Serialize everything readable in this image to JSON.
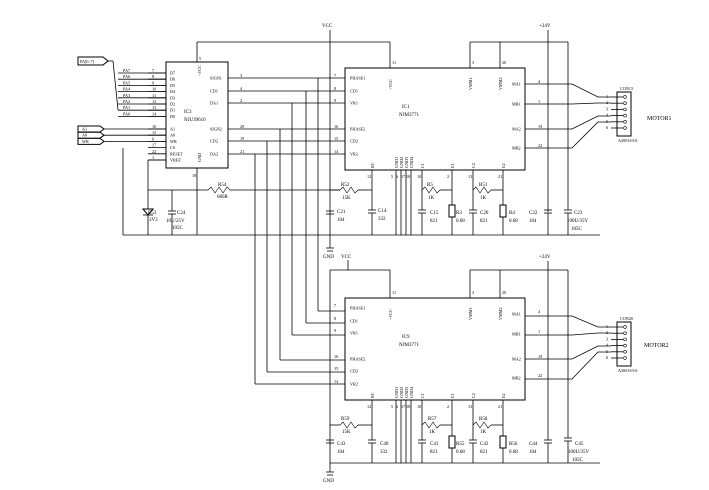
{
  "rails": {
    "vcc": "VCC",
    "v24": "+24V",
    "gnd": "GND"
  },
  "bus": {
    "pa_label": "PA[0..7]",
    "pa_lines": [
      "PA7",
      "PA6",
      "PA5",
      "PA4",
      "PA3",
      "PA2",
      "PA1",
      "PA0"
    ],
    "ctrl_lines": [
      "A1",
      "A0",
      "WR"
    ]
  },
  "ic3": {
    "ref": "IC3",
    "part": "NJU39610",
    "left_pins": [
      {
        "name": "D7",
        "num": "7"
      },
      {
        "name": "D6",
        "num": "8"
      },
      {
        "name": "D5",
        "num": "9"
      },
      {
        "name": "D4",
        "num": "10"
      },
      {
        "name": "D3",
        "num": "11"
      },
      {
        "name": "D2",
        "num": "12"
      },
      {
        "name": "D1",
        "num": "13"
      },
      {
        "name": "D0",
        "num": "14"
      },
      {
        "name": "A1",
        "num": "16"
      },
      {
        "name": "A0",
        "num": "15"
      },
      {
        "name": "WR",
        "num": "6"
      },
      {
        "name": "CS",
        "num": "17"
      },
      {
        "name": "RESET",
        "num": "22"
      },
      {
        "name": "VREF",
        "num": "1"
      }
    ],
    "right_pins": [
      {
        "name": "SIGN1",
        "num": "3"
      },
      {
        "name": "CD1",
        "num": "4"
      },
      {
        "name": "DA1",
        "num": "2"
      },
      {
        "name": "SIGN2",
        "num": "20"
      },
      {
        "name": "CD2",
        "num": "19"
      },
      {
        "name": "DA2",
        "num": "21"
      }
    ],
    "top_pin": {
      "name": "+VCC",
      "num": "5"
    },
    "bottom_pin": {
      "name": "GND",
      "num": "18"
    }
  },
  "driver_pins_left": [
    {
      "name": "PHASE1",
      "num": "7"
    },
    {
      "name": "CD1",
      "num": "8"
    },
    {
      "name": "VR1",
      "num": "9"
    },
    {
      "name": "PHASE2",
      "num": "16"
    },
    {
      "name": "CD2",
      "num": "15"
    },
    {
      "name": "VR2",
      "num": "14"
    }
  ],
  "driver_pins_right": [
    {
      "name": "MA1",
      "num": "4"
    },
    {
      "name": "MB1",
      "num": "1"
    },
    {
      "name": "MA2",
      "num": "19"
    },
    {
      "name": "MB2",
      "num": "22"
    }
  ],
  "driver_pins_top": [
    {
      "name": "+VCC",
      "num": "11"
    },
    {
      "name": "VMM1",
      "num": "3"
    },
    {
      "name": "VMM2",
      "num": "20"
    }
  ],
  "driver_pins_bottom": [
    {
      "name": "RC",
      "num": "12"
    },
    {
      "name": "GND1",
      "num": "5"
    },
    {
      "name": "GND2",
      "num": "6"
    },
    {
      "name": "GND3",
      "num": "17"
    },
    {
      "name": "GND4",
      "num": "18"
    },
    {
      "name": "C1",
      "num": "10"
    },
    {
      "name": "E1",
      "num": "2"
    },
    {
      "name": "C2",
      "num": "13"
    },
    {
      "name": "E2",
      "num": "21"
    }
  ],
  "ic1": {
    "ref": "IC1",
    "part": "NJM3771"
  },
  "ic9": {
    "ref": "IC9",
    "part": "NJM3771"
  },
  "motor1": {
    "connector": "CON13",
    "part": "A2001S3-6",
    "label": "MOTOR1",
    "pins": [
      "1",
      "2",
      "3",
      "4",
      "5",
      "6"
    ]
  },
  "motor2": {
    "connector": "CON20",
    "part": "A2001S3-6",
    "label": "MOTOR2",
    "pins": [
      "1",
      "2",
      "3",
      "4",
      "5",
      "6"
    ]
  },
  "components": {
    "r54": {
      "ref": "R54",
      "value": "680R"
    },
    "r53": {
      "ref": "R53",
      "value": "3V3"
    },
    "c24": {
      "ref": "C24",
      "value": "10U/25V",
      "temp": "105C"
    },
    "r52": {
      "ref": "R52",
      "value": "15K"
    },
    "c21": {
      "ref": "C21",
      "value": "104"
    },
    "c14": {
      "ref": "C14",
      "value": "332"
    },
    "r5": {
      "ref": "R5",
      "value": "1K"
    },
    "c15": {
      "ref": "C15",
      "value": "821"
    },
    "r3": {
      "ref": "R3",
      "value": "0.68"
    },
    "r51": {
      "ref": "R51",
      "value": "1K"
    },
    "c20": {
      "ref": "C20",
      "value": "821"
    },
    "r4": {
      "ref": "R4",
      "value": "0.68"
    },
    "c22": {
      "ref": "C22",
      "value": "104"
    },
    "c23": {
      "ref": "C23",
      "value": "100U/35V",
      "temp": "105C"
    },
    "r59": {
      "ref": "R59",
      "value": "15K"
    },
    "c43": {
      "ref": "C43",
      "value": "104"
    },
    "c40": {
      "ref": "C40",
      "value": "332"
    },
    "r57": {
      "ref": "R57",
      "value": "1K"
    },
    "c41": {
      "ref": "C41",
      "value": "821"
    },
    "r55": {
      "ref": "R55",
      "value": "0.68"
    },
    "r58": {
      "ref": "R58",
      "value": "1K"
    },
    "c42": {
      "ref": "C42",
      "value": "821"
    },
    "r56": {
      "ref": "R56",
      "value": "0.68"
    },
    "c44": {
      "ref": "C44",
      "value": "104"
    },
    "c45": {
      "ref": "C45",
      "value": "100U/35V",
      "temp": "105C"
    }
  }
}
